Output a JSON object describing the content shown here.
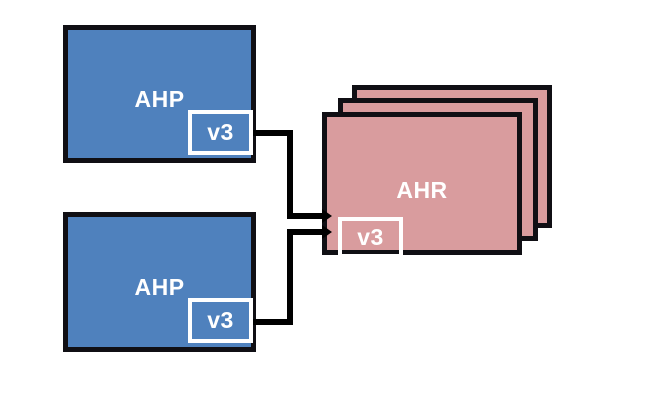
{
  "diagram": {
    "title": "AHP to AHR aggregation diagram",
    "background_color": "#ffffff",
    "stroke_color": "#100f14",
    "connector_color": "#000000",
    "source_color": "#4f81bd",
    "target_color": "#d99c9e",
    "label_color": "#ffffff"
  },
  "nodes": {
    "ahp_top": {
      "label": "AHP",
      "chip_label": "v3",
      "color": "#4f81bd"
    },
    "ahp_bottom": {
      "label": "AHP",
      "chip_label": "v3",
      "color": "#4f81bd"
    },
    "ahr_stack": {
      "label": "AHR",
      "chip_label": "v3",
      "color": "#d99c9e",
      "layer_count": 3
    }
  },
  "connectors": [
    {
      "name": "ahp-top-to-ahr",
      "from": "ahp_top",
      "to": "ahr_stack",
      "arrow": true
    },
    {
      "name": "ahp-bottom-to-ahr",
      "from": "ahp_bottom",
      "to": "ahr_stack",
      "arrow": true
    }
  ]
}
